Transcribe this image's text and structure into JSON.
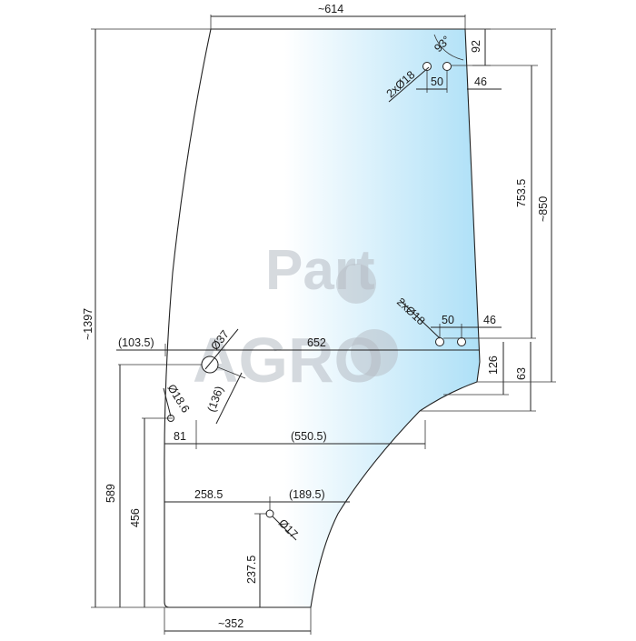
{
  "diagram": {
    "watermark": {
      "line1": "Part",
      "line2": "AGRO"
    },
    "dimensions": {
      "top_width": "~614",
      "angle": "93°",
      "top_hole_offset": "92",
      "top_hole_label": "2xØ18",
      "top_spacing": "50",
      "top_edge": "46",
      "right_height_1": "753.5",
      "right_height_2": "~850",
      "total_height": "~1397",
      "mid_hole_label": "2xØ18",
      "mid_spacing": "50",
      "mid_edge": "46",
      "left_offset": "(103.5)",
      "big_hole_label": "Ø37",
      "width_652": "652",
      "small_hole_label": "Ø18.6",
      "paren_136": "(136)",
      "right_126": "126",
      "right_63": "63",
      "bottom_81": "81",
      "width_550": "(550.5)",
      "height_589": "589",
      "height_456": "456",
      "width_258": "258.5",
      "width_189": "(189.5)",
      "low_hole_label": "Ø17",
      "height_237": "237.5",
      "bottom_width": "~352"
    }
  }
}
